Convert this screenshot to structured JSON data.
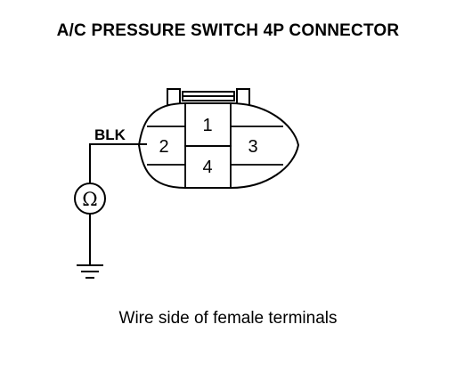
{
  "title": "A/C PRESSURE SWITCH 4P CONNECTOR",
  "caption": "Wire side of female terminals",
  "wire_label": "BLK",
  "ohmmeter_symbol": "Ω",
  "terminals": {
    "t1": "1",
    "t2": "2",
    "t3": "3",
    "t4": "4"
  },
  "icons": [
    "ohmmeter-icon",
    "ground-icon"
  ]
}
